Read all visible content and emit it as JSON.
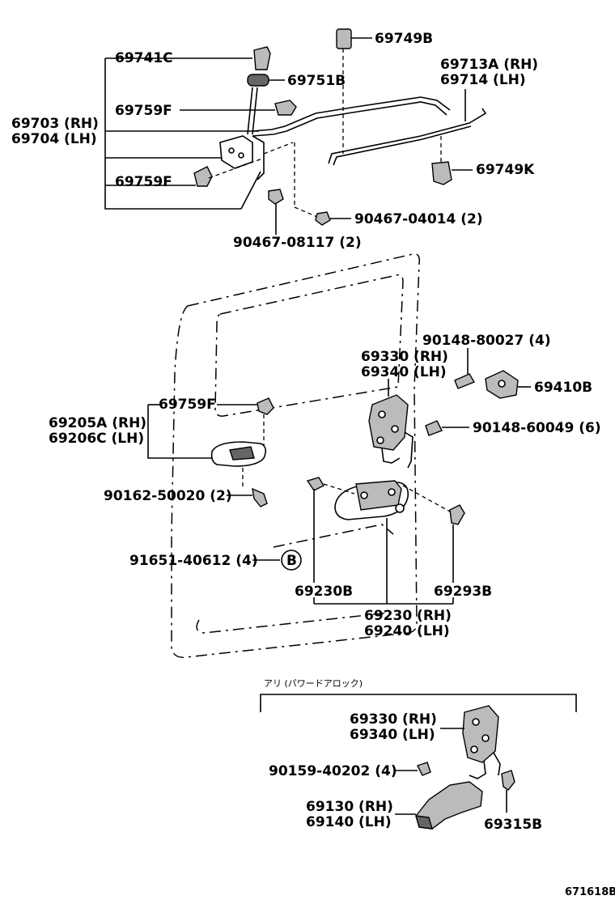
{
  "labels": {
    "p69749b": "69749B",
    "p69741c": "69741C",
    "p69751b": "69751B",
    "p69713a": "69713A (RH)",
    "p69714": "69714 (LH)",
    "p69759f_top": "69759F",
    "p69703": "69703 (RH)",
    "p69704": "69704 (LH)",
    "p69759f_low": "69759F",
    "p69749k": "69749K",
    "p90467_04014": "90467-04014 (2)",
    "p90467_08117": "90467-08117 (2)",
    "p90148_80027": "90148-80027 (4)",
    "p69330_rh": "69330 (RH)",
    "p69340_lh": "69340 (LH)",
    "p69410b": "69410B",
    "p69759f_mid": "69759F",
    "p69205a": "69205A (RH)",
    "p69206c": "69206C (LH)",
    "p90148_60049": "90148-60049 (6)",
    "p90162_50020": "90162-50020 (2)",
    "p91651_40612": "91651-40612 (4)",
    "ref_b": "B",
    "p69230b": "69230B",
    "p69293b": "69293B",
    "p69230_rh": "69230 (RH)",
    "p69240_lh": "69240 (LH)",
    "power_lock_note": "アリ (パワードアロック)",
    "p69330_rh_2": "69330 (RH)",
    "p69340_lh_2": "69340 (LH)",
    "p90159_40202": "90159-40202 (4)",
    "p69130_rh": "69130 (RH)",
    "p69140_lh": "69140 (LH)",
    "p69315b": "69315B",
    "diagram_code": "671618B"
  }
}
